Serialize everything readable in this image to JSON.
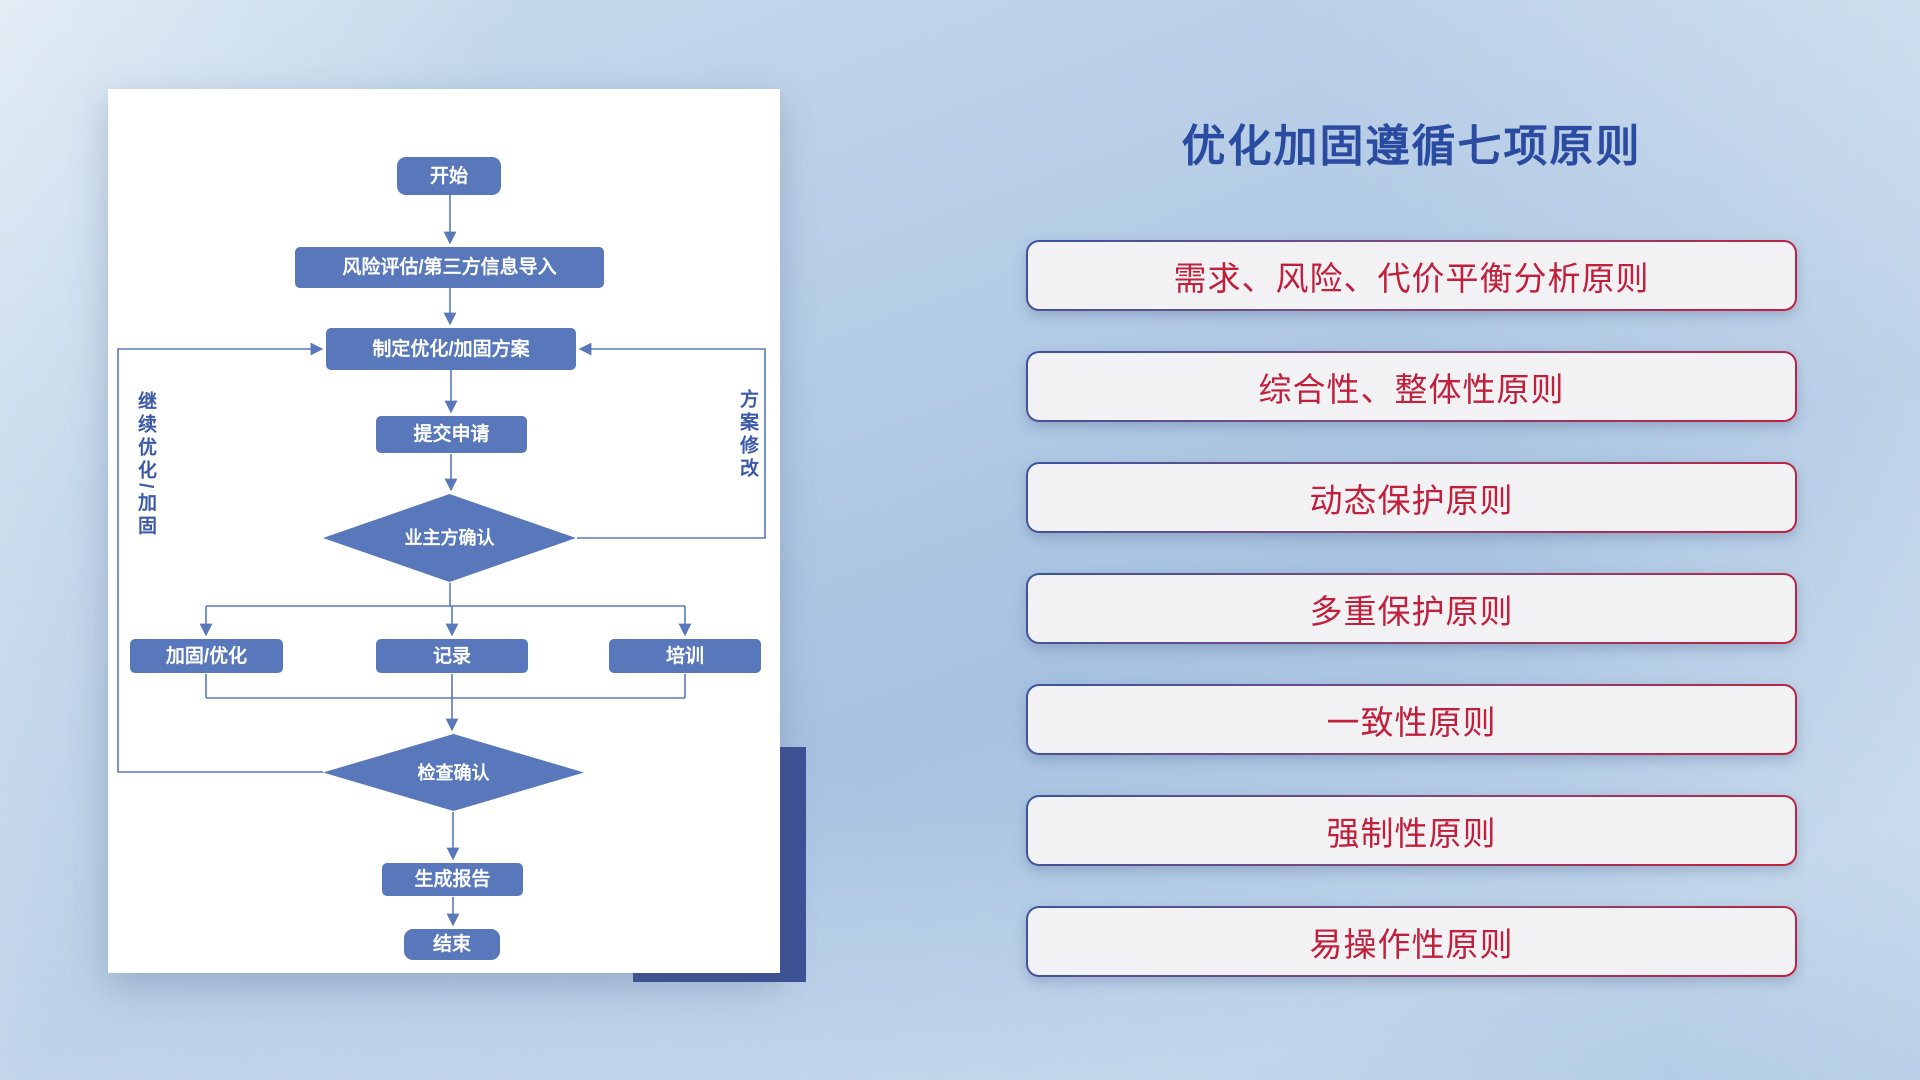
{
  "flowchart": {
    "nodes": {
      "start": "开始",
      "risk_import": "风险评估/第三方信息导入",
      "make_plan": "制定优化/加固方案",
      "submit_request": "提交申请",
      "owner_confirm": "业主方确认",
      "reinforce_optimize": "加固/优化",
      "record": "记录",
      "training": "培训",
      "check_confirm": "检查确认",
      "generate_report": "生成报告",
      "end": "结束"
    },
    "loop_labels": {
      "left": "继续优化/加固",
      "right": "方案修改"
    }
  },
  "principles": {
    "title": "优化加固遵循七项原则",
    "items": [
      "需求、风险、代价平衡分析原则",
      "综合性、整体性原则",
      "动态保护原则",
      "多重保护原则",
      "一致性原则",
      "强制性原则",
      "易操作性原则"
    ]
  },
  "colors": {
    "flow_node": "#5878bb",
    "connector": "#5878bb",
    "title": "#2b4ba0",
    "principle_text": "#c1203d",
    "border_gradient_start": "#39549f",
    "border_gradient_end": "#c1203d",
    "accent_rect": "#3d5295",
    "card_background": "#ffffff"
  }
}
